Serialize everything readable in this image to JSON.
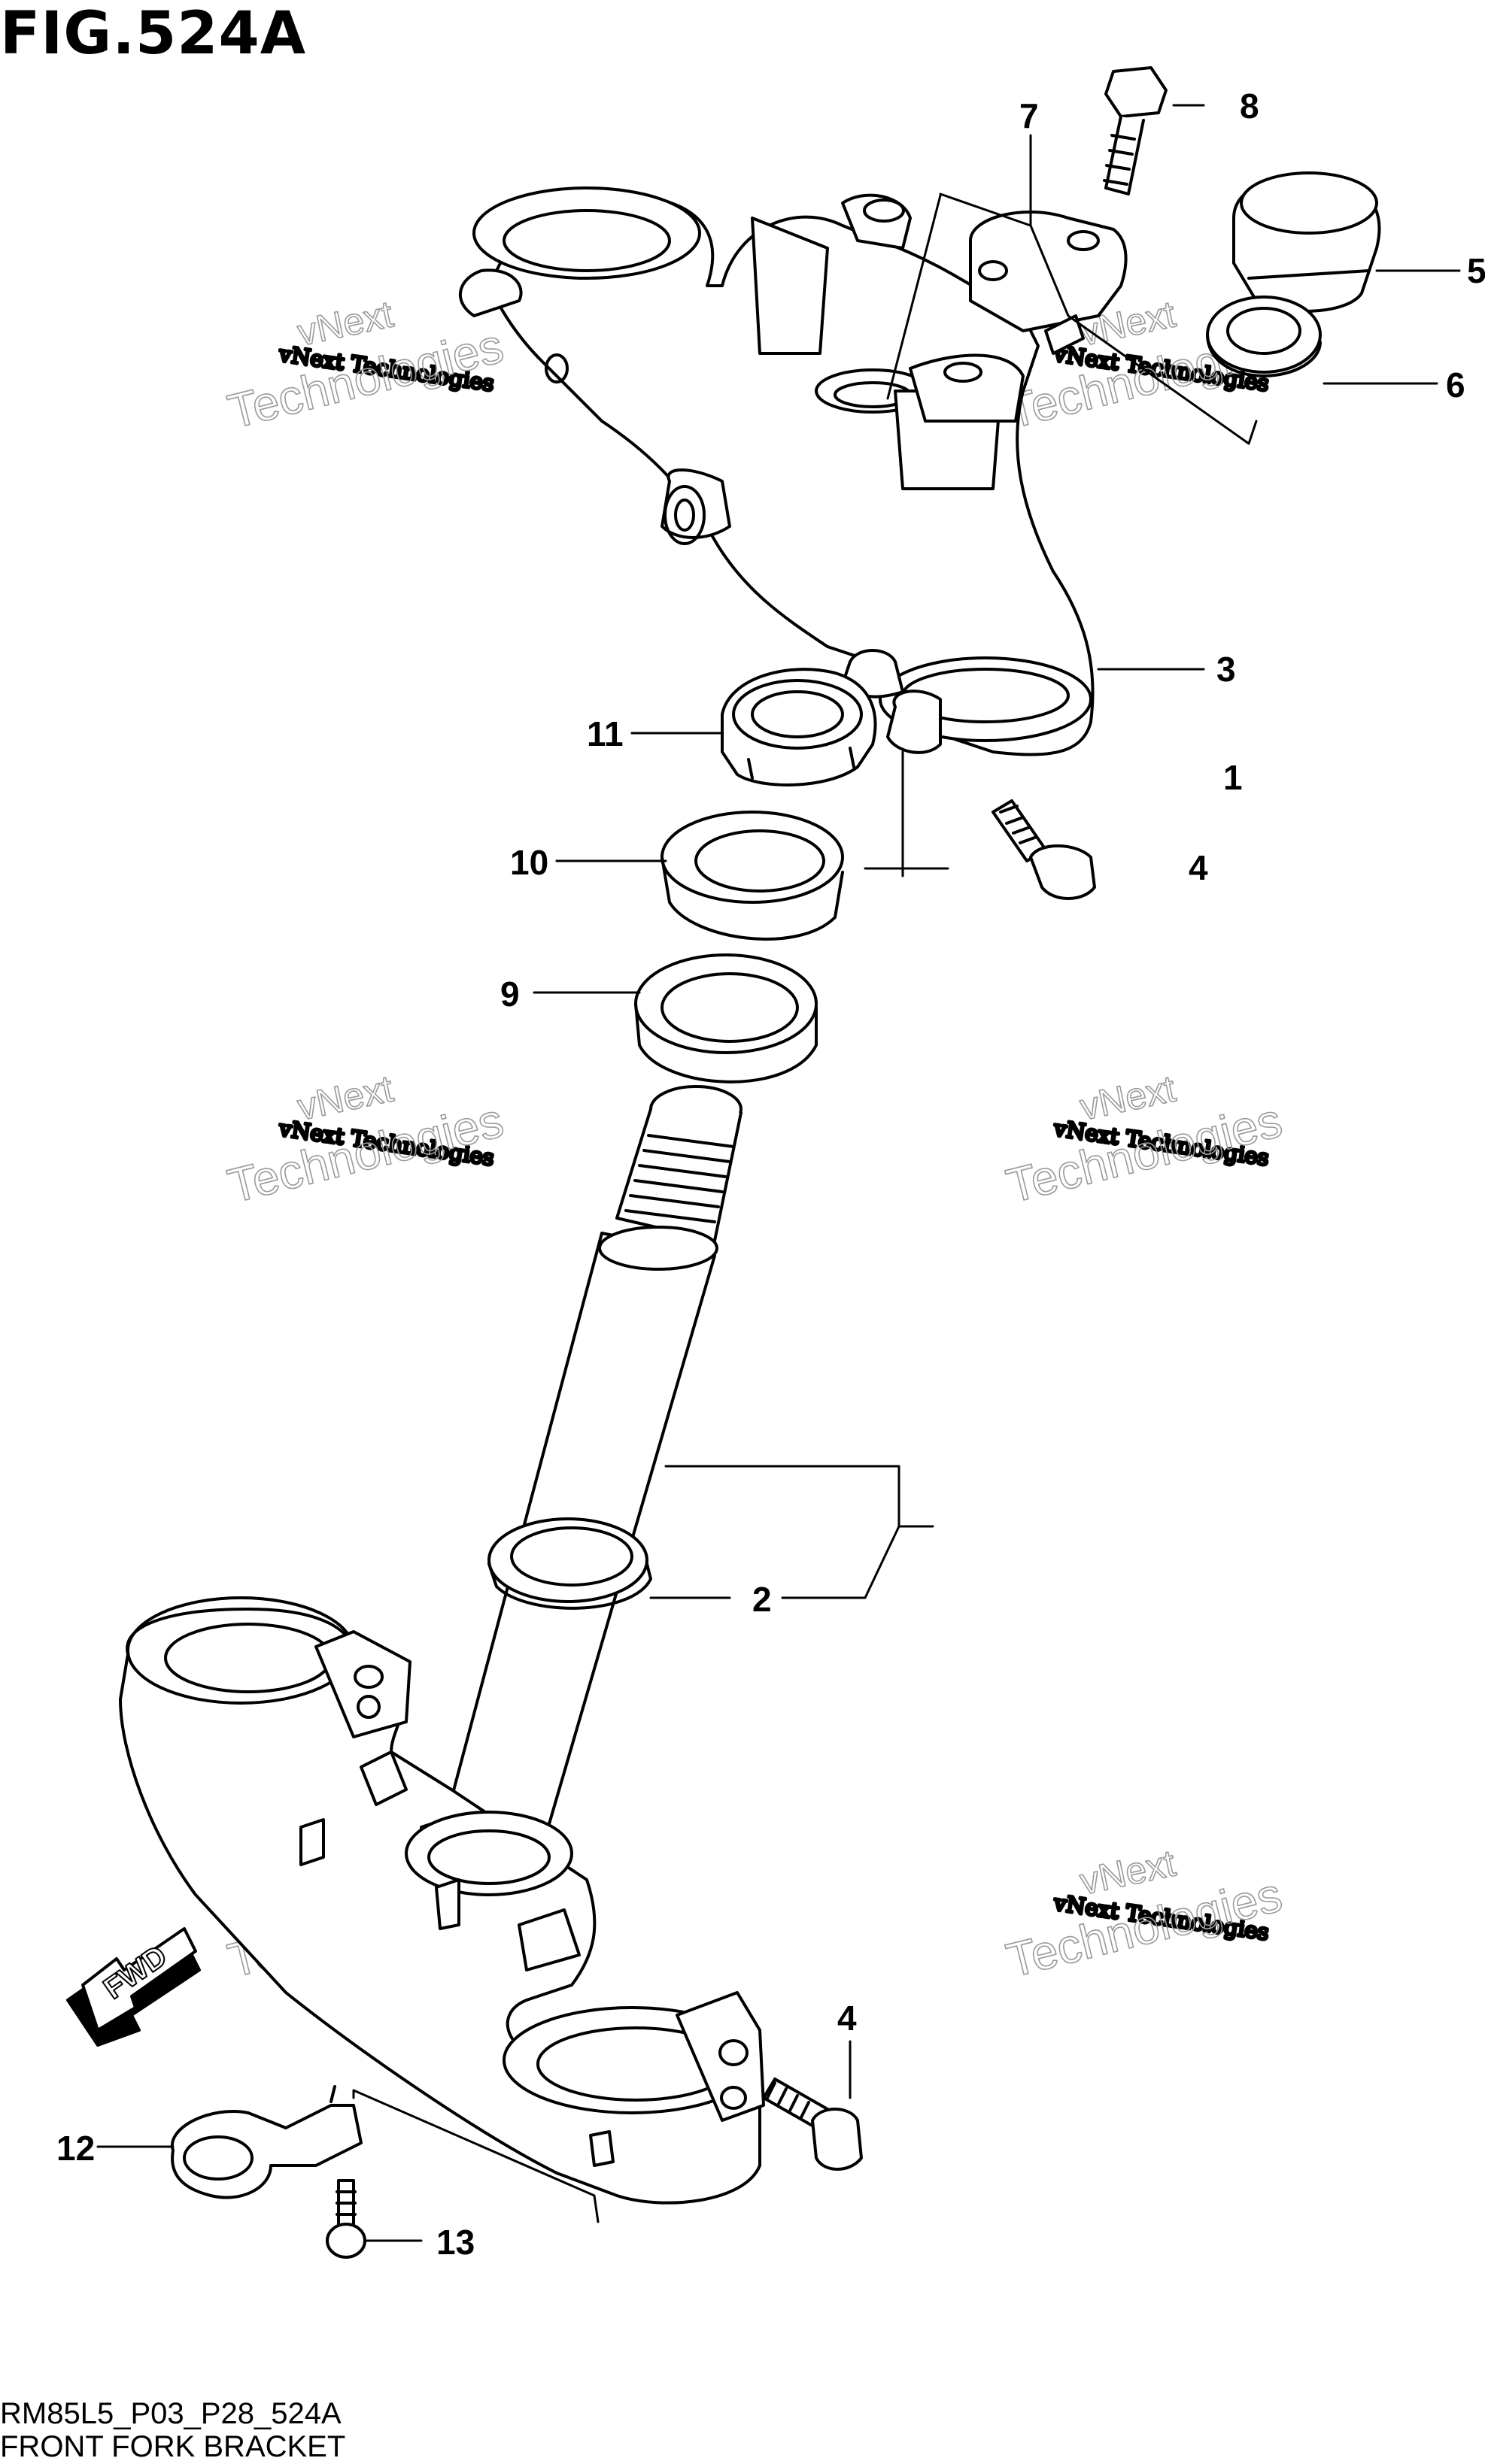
{
  "title": "FIG.524A",
  "ref_code": "RM85L5_P03_P28_524A",
  "caption": "FRONT FORK BRACKET",
  "fwd_label": "FWD",
  "watermark": {
    "small": "vNext Technologies",
    "top": "vNext",
    "bottom": "Technologies"
  },
  "callouts": [
    {
      "id": "c1",
      "label": "1"
    },
    {
      "id": "c2",
      "label": "2"
    },
    {
      "id": "c3",
      "label": "3"
    },
    {
      "id": "c4a",
      "label": "4"
    },
    {
      "id": "c4b",
      "label": "4"
    },
    {
      "id": "c5",
      "label": "5"
    },
    {
      "id": "c6",
      "label": "6"
    },
    {
      "id": "c7",
      "label": "7"
    },
    {
      "id": "c8",
      "label": "8"
    },
    {
      "id": "c9",
      "label": "9"
    },
    {
      "id": "c10",
      "label": "10"
    },
    {
      "id": "c11",
      "label": "11"
    },
    {
      "id": "c12",
      "label": "12"
    },
    {
      "id": "c13",
      "label": "13"
    }
  ]
}
